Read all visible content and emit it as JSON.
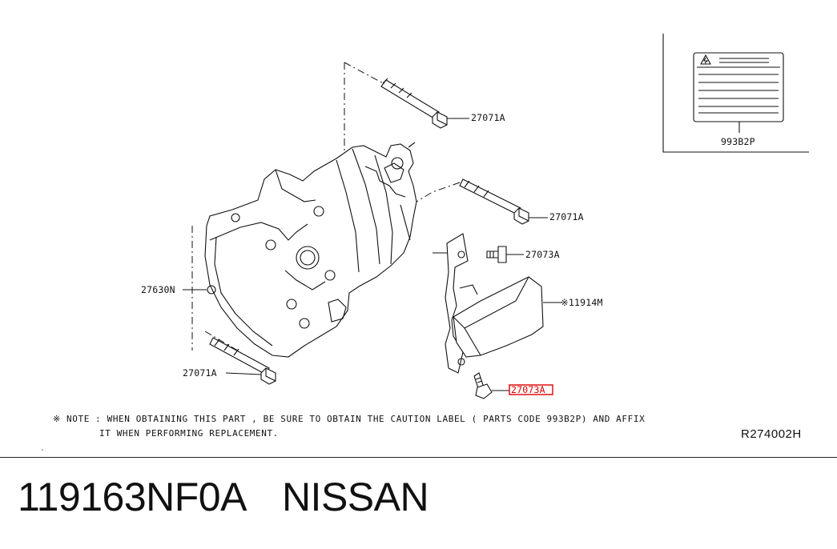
{
  "callouts": {
    "bolt_top": "27071A",
    "bolt_right": "27071A",
    "bolt_bottom": "27071A",
    "screw_upper": "27073A",
    "screw_lower_highlighted": "27073A",
    "bracket": "※11914M",
    "compressor": "27630N",
    "caution_label": "993B2P"
  },
  "note": {
    "line1": "※ NOTE :  WHEN OBTAINING THIS PART ,  BE SURE TO OBTAIN THE CAUTION LABEL ( PARTS CODE 993B2P) AND AFFIX",
    "line2": "IT WHEN PERFORMING REPLACEMENT."
  },
  "diagram_ref": "R274002H",
  "part": {
    "number": "119163NF0A",
    "brand": "NISSAN"
  },
  "colors": {
    "line": "#111111",
    "highlight": "#e00000",
    "background": "#ffffff"
  }
}
